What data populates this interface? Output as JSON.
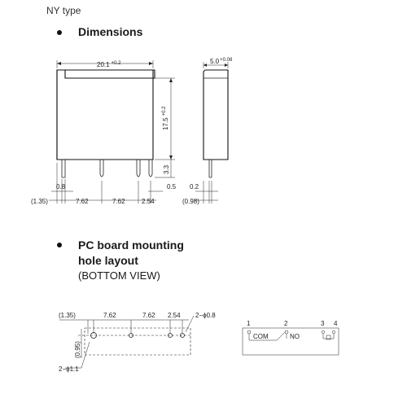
{
  "header": {
    "type_label": "NY type",
    "section1": "Dimensions",
    "section2_line1": "PC board mounting",
    "section2_line2": "hole layout",
    "section2_sub": "(BOTTOM VIEW)"
  },
  "front_view": {
    "width": "20.1",
    "width_tol": "+0.2",
    "height": "17.5",
    "height_tol": "+0.2",
    "pin_len": "3.3",
    "pin_w": "0.8",
    "offset": "(1.35)",
    "pitch1": "7.62",
    "pitch2": "7.62",
    "pitch3": "2.54",
    "pin_t": "0.5"
  },
  "side_view": {
    "depth": "5.0",
    "depth_tol": "+0.08",
    "pin_w": "0.2",
    "offset": "(0.98)"
  },
  "hole_layout": {
    "offset": "(1.35)",
    "pitch1": "7.62",
    "pitch2": "7.62",
    "pitch3": "2.54",
    "hole_note": "2−ϕ0.8",
    "row_offset": "(0.95)",
    "hole_note2": "2−ϕ1.1"
  },
  "schematic": {
    "pin1": "1",
    "pin2": "2",
    "pin3": "3",
    "pin4": "4",
    "com": "COM",
    "no": "NO"
  }
}
